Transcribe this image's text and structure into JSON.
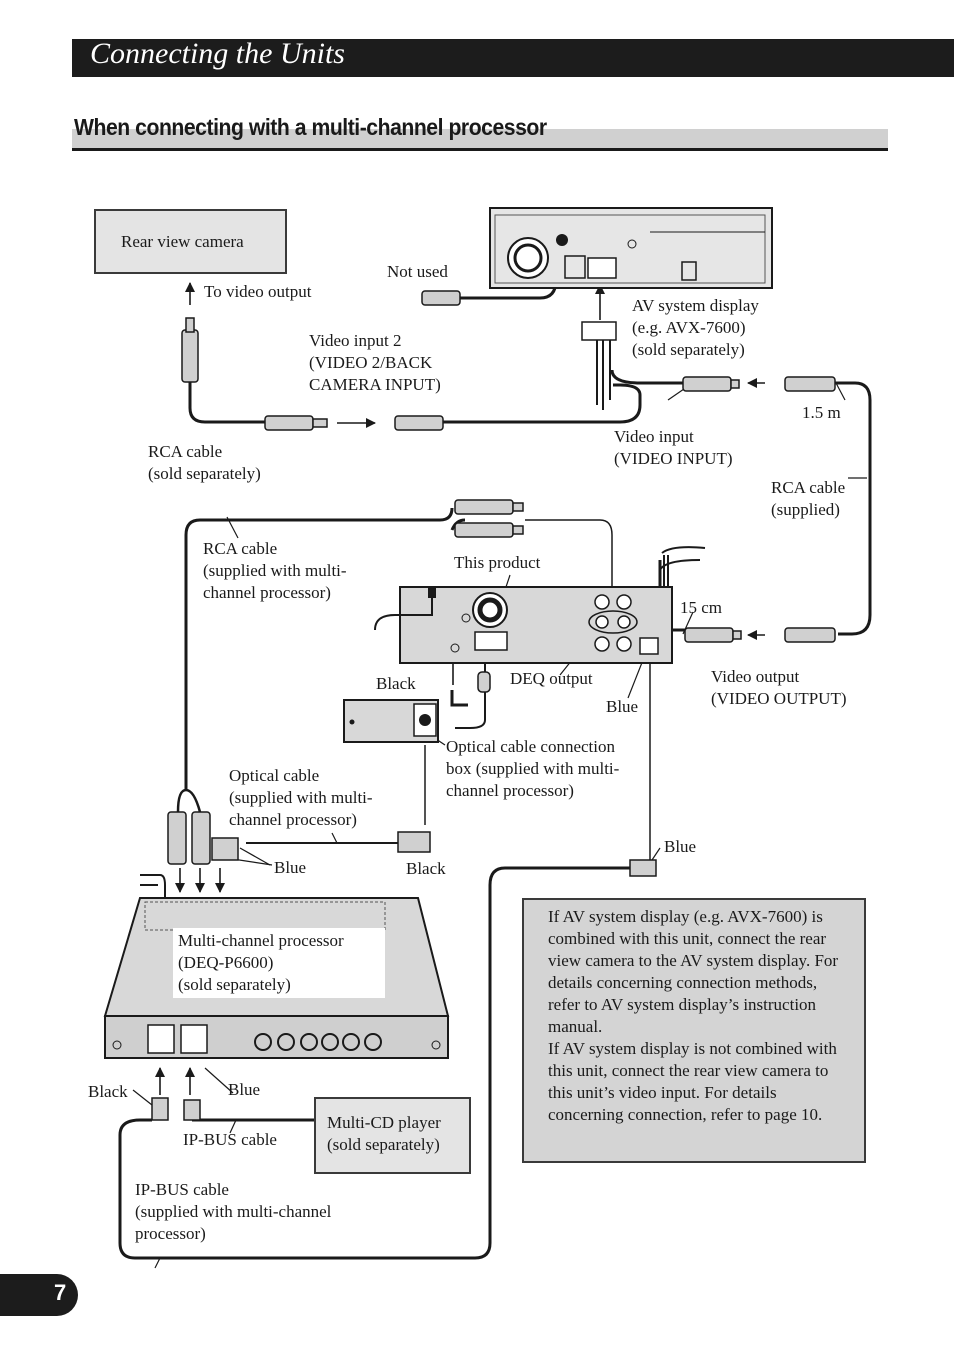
{
  "header": {
    "title": "Connecting the Units"
  },
  "section": {
    "title": "When connecting with a multi-channel processor"
  },
  "labels": {
    "rear_view_camera": "Rear view camera",
    "to_video_output": "To video output",
    "not_used": "Not used",
    "av_display": "AV system display\n(e.g. AVX-7600)\n(sold separately)",
    "video_input_2": "Video input 2\n(VIDEO 2/BACK\nCAMERA INPUT)",
    "rca_cable_sold": "RCA cable\n(sold separately)",
    "video_input": "Video input\n(VIDEO INPUT)",
    "length_1_5m": "1.5 m",
    "rca_cable_supplied": "RCA cable\n(supplied)",
    "rca_cable_mcp": "RCA cable\n(supplied with multi-\nchannel processor)",
    "this_product": "This product",
    "length_15cm": "15 cm",
    "black_1": "Black",
    "deq_output": "DEQ output",
    "blue_1": "Blue",
    "video_output": "Video output\n(VIDEO OUTPUT)",
    "optical_box": "Optical cable connection\nbox (supplied with multi-\nchannel processor)",
    "optical_cable": "Optical cable\n(supplied with multi-\nchannel processor)",
    "blue_2": "Blue",
    "black_2": "Black",
    "blue_3": "Blue",
    "mcp": "Multi-channel processor\n(DEQ-P6600)\n(sold separately)",
    "black_3": "Black",
    "blue_4": "Blue",
    "ip_bus_cable": "IP-BUS cable",
    "multi_cd": "Multi-CD player\n(sold separately)",
    "ip_bus_cable_mcp": "IP-BUS cable\n(supplied with multi-channel\nprocessor)"
  },
  "note": {
    "p1": "If AV system display (e.g. AVX-7600) is combined with this unit, connect the rear view camera to the AV system display. For details concerning connection methods, refer to AV system display’s instruction manual.",
    "p2": "If AV system display is not combined with this unit, connect the rear view camera to this unit’s video input. For details concerning connection, refer to page 10."
  },
  "page_number": "7"
}
